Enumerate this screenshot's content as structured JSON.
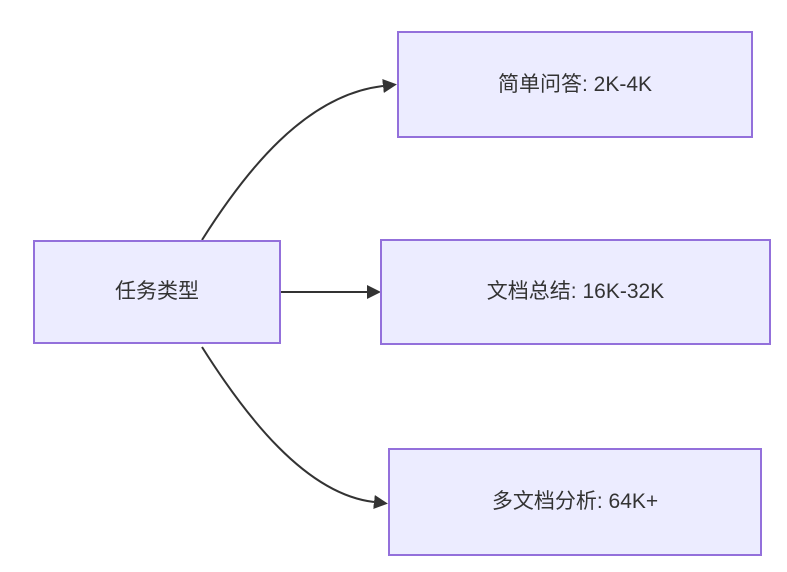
{
  "diagram": {
    "type": "flowchart-left-to-right",
    "root": {
      "label": "任务类型"
    },
    "branches": [
      {
        "id": "simple-qa",
        "label": "简单问答: 2K-4K"
      },
      {
        "id": "doc-summary",
        "label": "文档总结: 16K-32K"
      },
      {
        "id": "multi-doc",
        "label": "多文档分析: 64K+"
      }
    ],
    "edges": [
      {
        "from": "任务类型",
        "to": "简单问答: 2K-4K"
      },
      {
        "from": "任务类型",
        "to": "文档总结: 16K-32K"
      },
      {
        "from": "任务类型",
        "to": "多文档分析: 64K+"
      }
    ],
    "colors": {
      "node_fill": "#ECECFF",
      "node_border": "#9370DB",
      "edge": "#333333",
      "text": "#333333"
    }
  }
}
